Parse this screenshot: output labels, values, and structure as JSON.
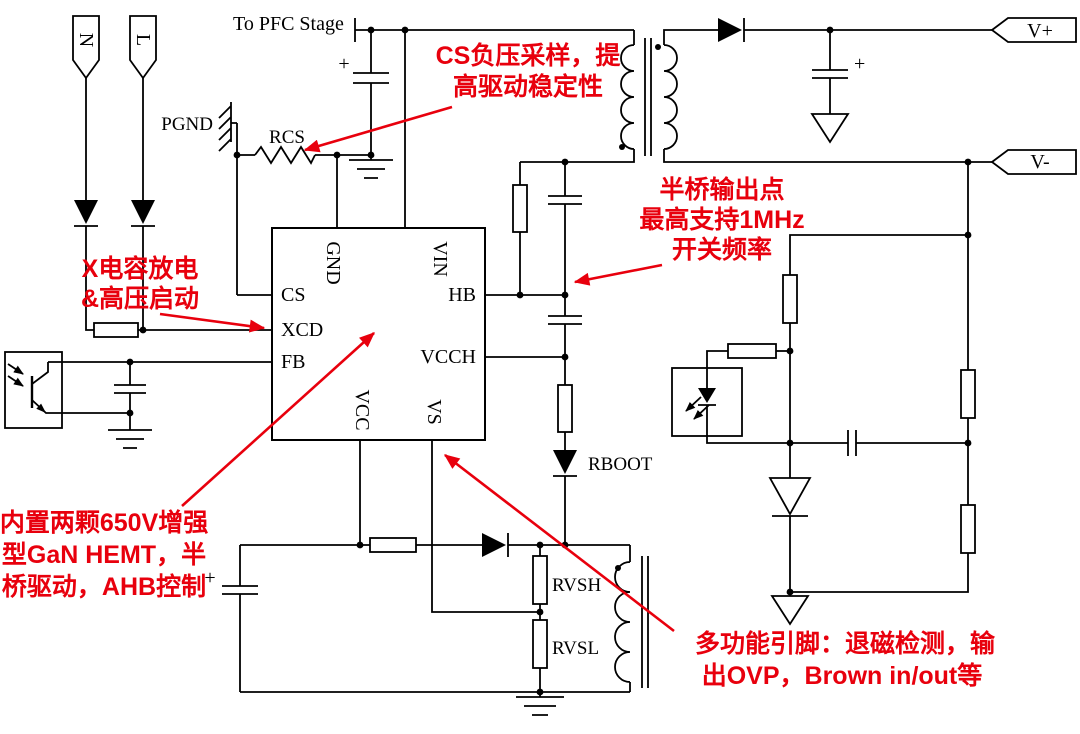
{
  "colors": {
    "wire": "#000000",
    "annotation_red": "#e8000d",
    "background": "#ffffff"
  },
  "labels": {
    "to_pfc_stage": "To PFC Stage",
    "pgnd": "PGND",
    "rcs": "RCS",
    "rboot": "RBOOT",
    "rvsh": "RVSH",
    "rvsl": "RVSL",
    "plus": "+"
  },
  "terminals": {
    "n": "N",
    "l": "L",
    "v_plus": "V+",
    "v_minus": "V-"
  },
  "ic": {
    "pins": {
      "cs": "CS",
      "xcd": "XCD",
      "fb": "FB",
      "gnd": "GND",
      "vin": "VIN",
      "hb": "HB",
      "vcch": "VCCH",
      "vcc": "VCC",
      "vs": "VS"
    }
  },
  "annotations": {
    "cs_sampling": {
      "line1": "CS负压采样，提",
      "line2": "高驱动稳定性"
    },
    "half_bridge": {
      "line1": "半桥输出点",
      "line2": "最高支持1MHz",
      "line3": "开关频率"
    },
    "xcd_note": {
      "line1": "X电容放电",
      "line2": "&高压启动"
    },
    "gan_note": {
      "line1": "内置两颗650V增强",
      "line2": "型GaN HEMT，半",
      "line3": "桥驱动，AHB控制"
    },
    "multifunction": {
      "line1": "多功能引脚：退磁检测，输",
      "line2": "出OVP，Brown in/out等"
    }
  }
}
